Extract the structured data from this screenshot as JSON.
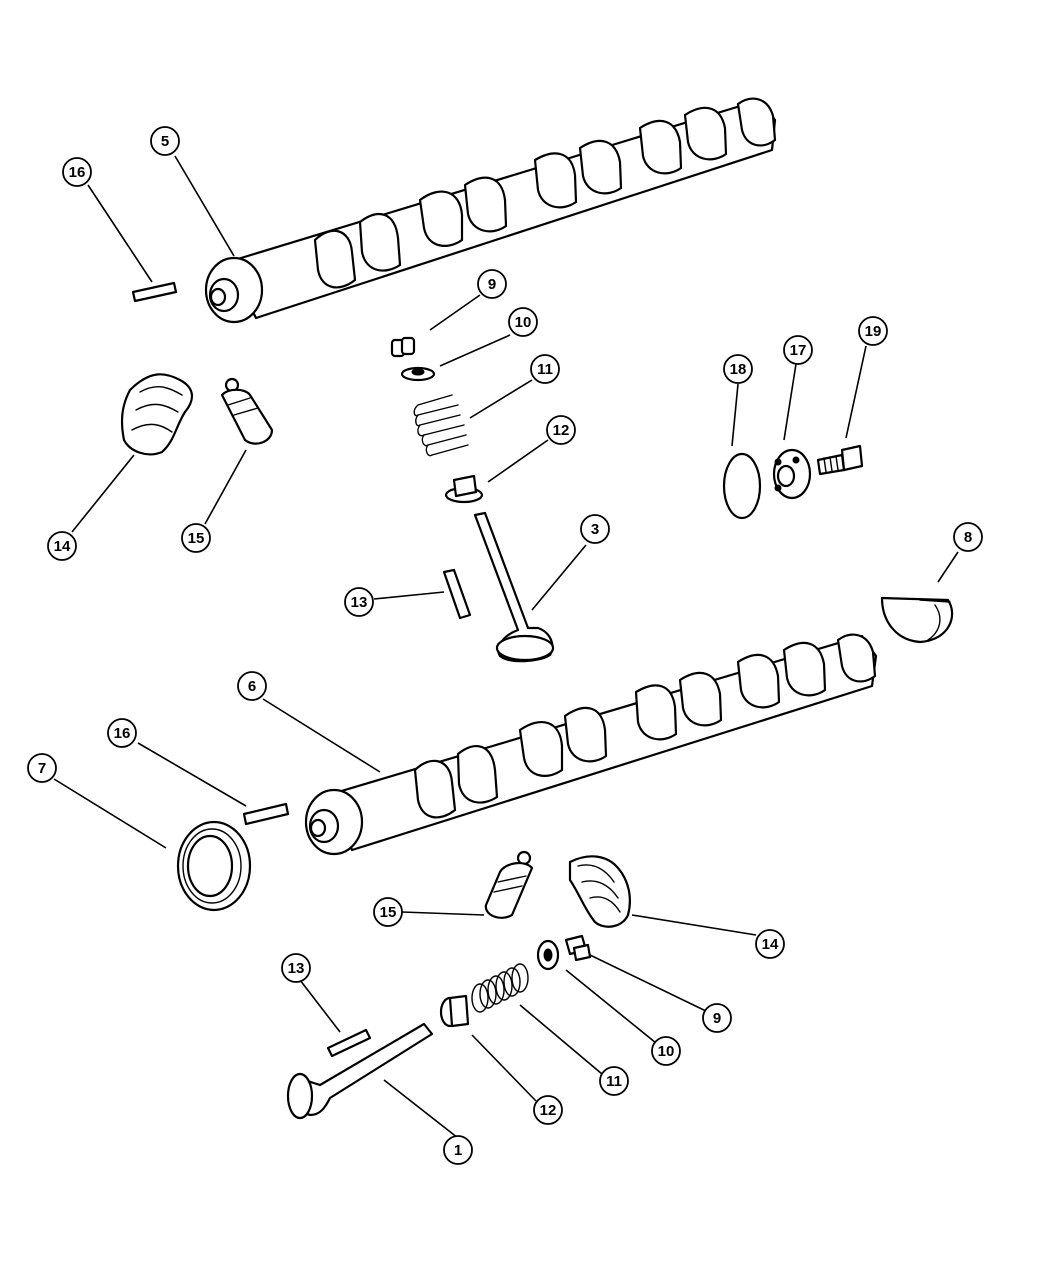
{
  "callouts": [
    {
      "id": "c1",
      "label": "1"
    },
    {
      "id": "c3",
      "label": "3"
    },
    {
      "id": "c5",
      "label": "5"
    },
    {
      "id": "c6",
      "label": "6"
    },
    {
      "id": "c7",
      "label": "7"
    },
    {
      "id": "c8",
      "label": "8"
    },
    {
      "id": "c9a",
      "label": "9"
    },
    {
      "id": "c9b",
      "label": "9"
    },
    {
      "id": "c10a",
      "label": "10"
    },
    {
      "id": "c10b",
      "label": "10"
    },
    {
      "id": "c11a",
      "label": "11"
    },
    {
      "id": "c11b",
      "label": "11"
    },
    {
      "id": "c12a",
      "label": "12"
    },
    {
      "id": "c12b",
      "label": "12"
    },
    {
      "id": "c13a",
      "label": "13"
    },
    {
      "id": "c13b",
      "label": "13"
    },
    {
      "id": "c14a",
      "label": "14"
    },
    {
      "id": "c14b",
      "label": "14"
    },
    {
      "id": "c15a",
      "label": "15"
    },
    {
      "id": "c15b",
      "label": "15"
    },
    {
      "id": "c16a",
      "label": "16"
    },
    {
      "id": "c16b",
      "label": "16"
    },
    {
      "id": "c17",
      "label": "17"
    },
    {
      "id": "c18",
      "label": "18"
    },
    {
      "id": "c19",
      "label": "19"
    }
  ]
}
